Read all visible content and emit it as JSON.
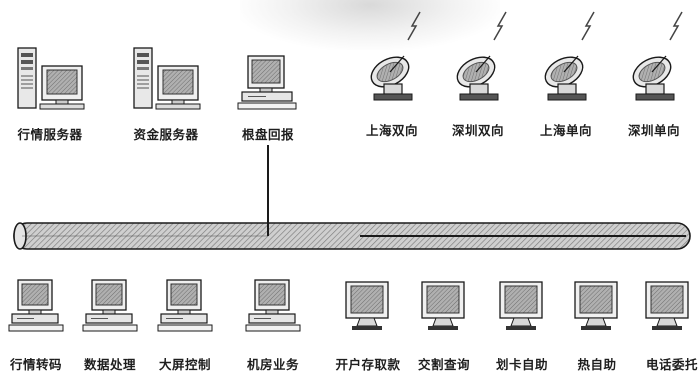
{
  "top_row": {
    "servers": [
      {
        "label": "行情服务器",
        "icon": "server-workstation-icon"
      },
      {
        "label": "资金服务器",
        "icon": "server-workstation-icon"
      }
    ],
    "terminal": {
      "label": "根盘回报",
      "icon": "desktop-computer-icon"
    },
    "satellites": [
      {
        "label": "上海双向",
        "icon": "satellite-dish-icon"
      },
      {
        "label": "深圳双向",
        "icon": "satellite-dish-icon"
      },
      {
        "label": "上海单向",
        "icon": "satellite-dish-icon"
      },
      {
        "label": "深圳单向",
        "icon": "satellite-dish-icon"
      }
    ]
  },
  "bottom_row": {
    "computers": [
      {
        "label": "行情转码",
        "icon": "desktop-computer-icon"
      },
      {
        "label": "数据处理",
        "icon": "desktop-computer-icon"
      },
      {
        "label": "大屏控制",
        "icon": "desktop-computer-icon"
      },
      {
        "label": "机房业务",
        "icon": "desktop-computer-icon"
      }
    ],
    "monitors": [
      {
        "label": "开户存取款",
        "icon": "monitor-icon"
      },
      {
        "label": "交割查询",
        "icon": "monitor-icon"
      },
      {
        "label": "划卡自助",
        "icon": "monitor-icon"
      },
      {
        "label": "热自助",
        "icon": "monitor-icon"
      },
      {
        "label": "电话委托",
        "icon": "monitor-icon"
      }
    ]
  },
  "colors": {
    "line": "#1a1a1a",
    "bus_fill": "#bdbdbd",
    "bus_hatch": "#8a8a8a",
    "screen": "#9a9a9a"
  }
}
